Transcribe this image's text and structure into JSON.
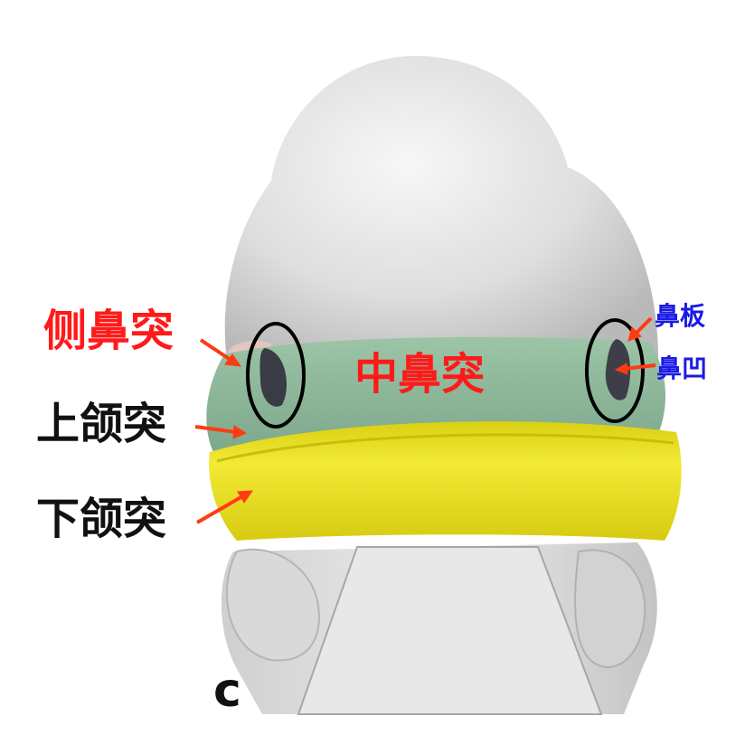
{
  "labels": {
    "lateral_nasal": "侧鼻突",
    "medial_nasal": "中鼻突",
    "maxillary": "上颌突",
    "mandibular": "下颌突",
    "nasal_placode": "鼻板",
    "nasal_pit": "鼻凹",
    "panel_letter": "c"
  },
  "colors": {
    "red_label": "#ff1a1a",
    "black_label": "#111111",
    "blue_label": "#1a1ae6",
    "arrow": "#ff3b12",
    "skin": "#e6e6e6",
    "green_band": "#8fb79a",
    "yellow_band": "#e8dd1e"
  }
}
